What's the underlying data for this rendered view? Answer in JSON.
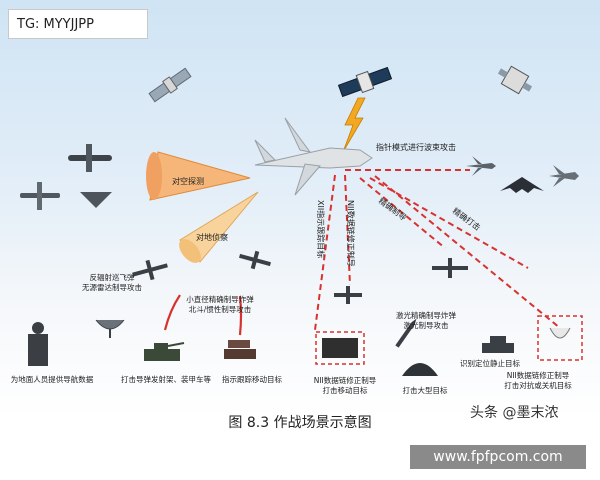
{
  "tag": "TG: MYYJJPP",
  "watermark": "www.fpfpcom.com",
  "credit": "头条 @墨末浓",
  "caption": "图 8.3  作战场景示意图",
  "labels": {
    "air_detection": "对空探测",
    "ground_recon": "对地侦察",
    "beam_attack": "指针模式进行波束攻击",
    "anti_radiation": "反辐射巡飞弹\n无源雷达制导攻击",
    "small_guided_bomb": "小直径精确制导炸弹\n北斗/惯性制导攻击",
    "vertical_1": "XII指示跟踪目标",
    "vertical_2": "NII数据链修正制导",
    "diag_1": "精确制导",
    "diag_2": "精确打击",
    "laser_bomb": "激光精确制导炸弹\n激光制导攻击",
    "nii_data_link": "NII数据链修正制导\n打击移动目标",
    "personnel": "为地面人员提供导航数据",
    "strike_launcher": "打击导弹发射架、装甲车等",
    "track_target": "指示跟踪移动目标",
    "large_target": "打击大型目标",
    "static_target": "识别定位静止目标",
    "right_target": "NII数据链修正制导\n打击对抗或关机目标"
  },
  "colors": {
    "cone": "#f6b67a",
    "red_line": "#d8322f",
    "aircraft": "#6f7378",
    "label": "#222222"
  }
}
